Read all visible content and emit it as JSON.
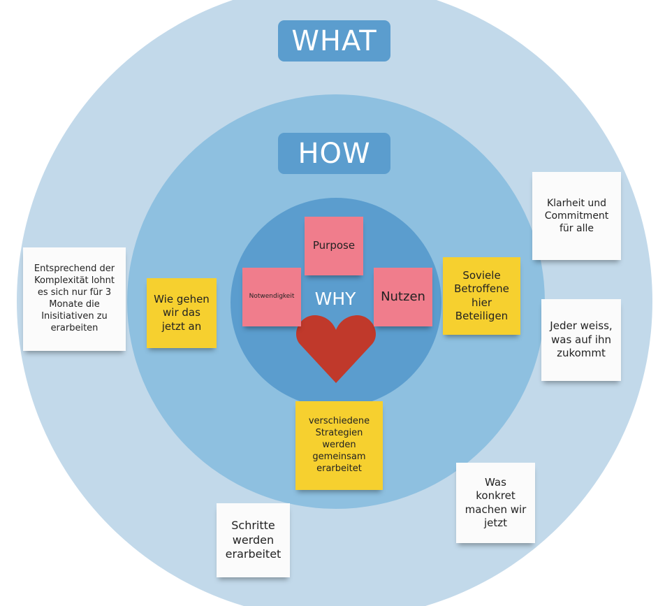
{
  "labels": {
    "what": "WHAT",
    "how": "HOW",
    "why": "WHY"
  },
  "colors": {
    "outer_ring": "#c2d9ea",
    "middle_ring": "#8ec0e0",
    "inner_ring": "#5b9dce",
    "pill": "#5b9dce",
    "heart": "#c0392b",
    "note_white": "#fbfbfb",
    "note_yellow": "#f6d02f",
    "note_pink": "#f07d8c"
  },
  "icons": {
    "center": "heart-icon"
  },
  "notes": {
    "purpose": "Purpose",
    "notwendigkeit": "Notwendigkeit",
    "nutzen": "Nutzen",
    "wie_gehen": "Wie gehen\nwir das\njetzt an",
    "soviele": "Soviele\nBetroffene\nhier\nBeteiligen",
    "strategien": "verschiedene\nStrategien\nwerden\ngemeinsam\nerarbeitet",
    "entsprechend": "Entsprechend der\nKomplexität lohnt\nes sich nur für 3\nMonate die\nInisitiativen zu\nerarbeiten",
    "klarheit": "Klarheit und\nCommitment\nfür alle",
    "jeder": "Jeder weiss,\nwas auf ihn\nzukommt",
    "was_konkret": "Was\nkonkret\nmachen wir\njetzt",
    "schritte": "Schritte\nwerden\nerarbeitet"
  }
}
